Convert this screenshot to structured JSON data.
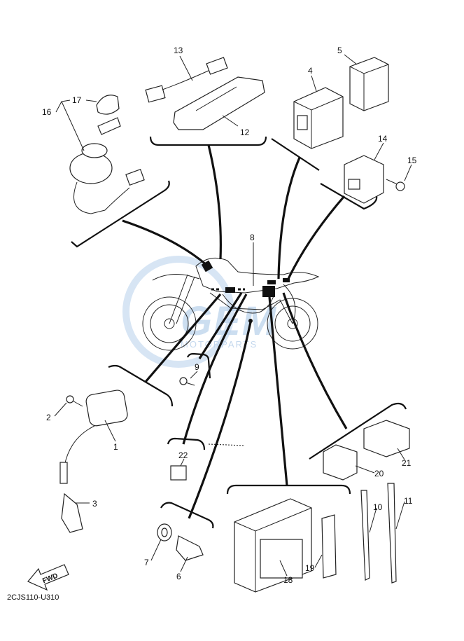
{
  "diagram": {
    "part_labels": {
      "p1": "1",
      "p2": "2",
      "p3": "3",
      "p4": "4",
      "p5": "5",
      "p6": "6",
      "p7": "7",
      "p8": "8",
      "p9": "9",
      "p10": "10",
      "p11": "11",
      "p12": "12",
      "p13": "13",
      "p14": "14",
      "p15": "15",
      "p16": "16",
      "p17": "17",
      "p18": "18",
      "p19": "19",
      "p20": "20",
      "p21": "21",
      "p22": "22"
    },
    "diagram_code": "2CJS110-U310",
    "fwd_arrow_label": "FWD",
    "watermark": {
      "brand": "GEM",
      "subtitle": "MOTORPARTS"
    },
    "colors": {
      "line": "#111111",
      "watermark": "#bcd3ec"
    }
  }
}
